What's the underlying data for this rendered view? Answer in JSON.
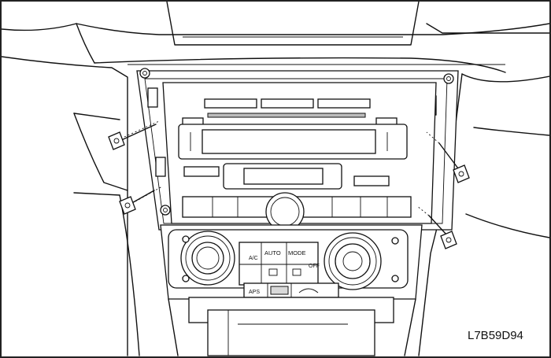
{
  "figure": {
    "code": "L7B59D94"
  },
  "hvac_panel": {
    "btn_auto": "AUTO",
    "btn_mode": "MODE",
    "btn_ac": "A/C",
    "btn_off": "OFF",
    "btn_aps": "APS"
  }
}
